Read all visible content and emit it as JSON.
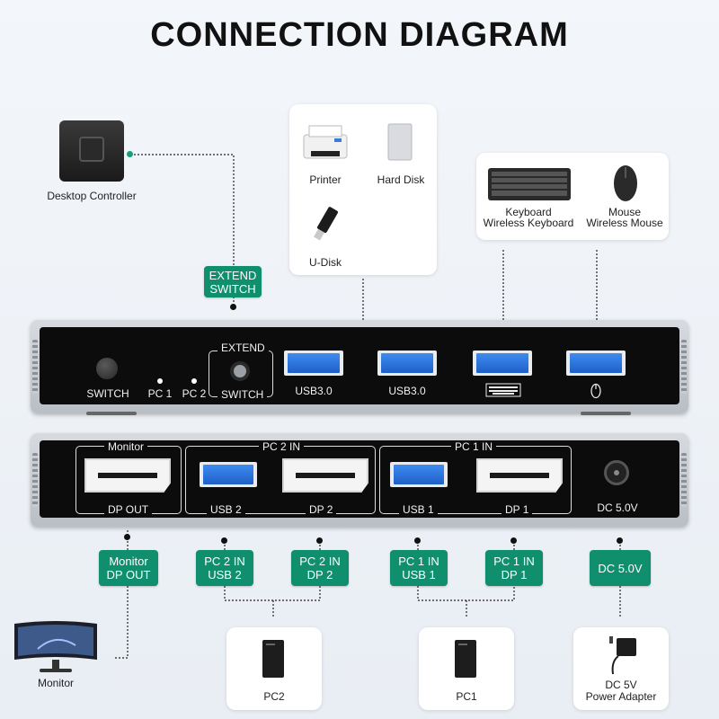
{
  "title": "CONNECTION DIAGRAM",
  "desktop_controller": {
    "label": "Desktop Controller"
  },
  "extend_switch_tag": {
    "line1": "EXTEND",
    "line2": "SWITCH"
  },
  "storage_card": {
    "printer": "Printer",
    "hard_disk": "Hard Disk",
    "u_disk": "U-Disk"
  },
  "input_card": {
    "keyboard_line1": "Keyboard",
    "keyboard_line2": "Wireless Keyboard",
    "mouse_line1": "Mouse",
    "mouse_line2": "Wireless Mouse"
  },
  "top_panel": {
    "switch": "SWITCH",
    "pc1": "PC 1",
    "pc2": "PC 2",
    "extend": "EXTEND",
    "extend_switch": "SWITCH",
    "usb_a": "USB3.0",
    "usb_b": "USB3.0"
  },
  "bottom_panel": {
    "monitor": "Monitor",
    "dp_out": "DP OUT",
    "pc2_in": "PC 2 IN",
    "usb2": "USB 2",
    "dp2": "DP 2",
    "pc1_in": "PC 1 IN",
    "usb1": "USB 1",
    "dp1": "DP 1",
    "dc": "DC 5.0V"
  },
  "tags": {
    "monitor_dp_out": {
      "line1": "Monitor",
      "line2": "DP OUT"
    },
    "pc2_usb2": {
      "line1": "PC 2 IN",
      "line2": "USB 2"
    },
    "pc2_dp2": {
      "line1": "PC 2 IN",
      "line2": "DP 2"
    },
    "pc1_usb1": {
      "line1": "PC 1 IN",
      "line2": "USB 1"
    },
    "pc1_dp1": {
      "line1": "PC 1 IN",
      "line2": "DP 1"
    },
    "dc": {
      "line1": "DC 5.0V"
    }
  },
  "devices": {
    "monitor": "Monitor",
    "pc2": "PC2",
    "pc1": "PC1",
    "adapter_line1": "DC 5V",
    "adapter_line2": "Power Adapter"
  },
  "colors": {
    "accent": "#0f8f6e",
    "usb_blue": "#2a72dc",
    "panel": "#0c0c0d"
  }
}
